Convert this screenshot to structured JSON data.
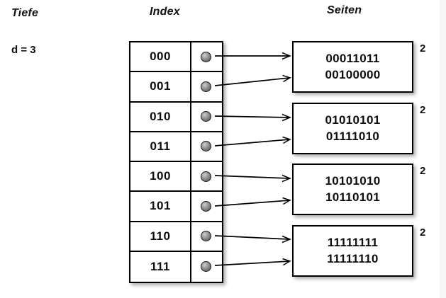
{
  "diagram": {
    "title_columns": {
      "depth": "Tiefe",
      "index": "Index",
      "pages": "Seiten"
    },
    "global_depth_label": "d = 3",
    "directory": {
      "entries": [
        {
          "key": "000",
          "pointer_icon": "pointer-dot"
        },
        {
          "key": "001",
          "pointer_icon": "pointer-dot"
        },
        {
          "key": "010",
          "pointer_icon": "pointer-dot"
        },
        {
          "key": "011",
          "pointer_icon": "pointer-dot"
        },
        {
          "key": "100",
          "pointer_icon": "pointer-dot"
        },
        {
          "key": "101",
          "pointer_icon": "pointer-dot"
        },
        {
          "key": "110",
          "pointer_icon": "pointer-dot"
        },
        {
          "key": "111",
          "pointer_icon": "pointer-dot"
        }
      ]
    },
    "pages": [
      {
        "records": [
          "00011011",
          "00100000"
        ],
        "local_depth": "2"
      },
      {
        "records": [
          "01010101",
          "01111010"
        ],
        "local_depth": "2"
      },
      {
        "records": [
          "10101010",
          "10110101"
        ],
        "local_depth": "2"
      },
      {
        "records": [
          "11111111",
          "11111110"
        ],
        "local_depth": "2"
      }
    ],
    "colors": {
      "background": "#ffffff",
      "stroke": "#000000",
      "text": "#0d0d0d",
      "pointer_dot": "#808080"
    }
  }
}
